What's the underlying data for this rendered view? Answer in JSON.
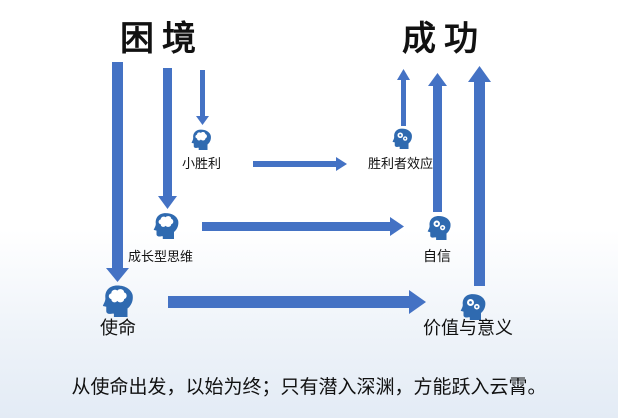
{
  "colors": {
    "arrow": "#4472c4",
    "icon": "#2f6ab0",
    "icon_light": "#7aa6d6"
  },
  "titles": {
    "left": "困境",
    "right": "成功"
  },
  "nodes": {
    "small_win": "小胜利",
    "winner_effect": "胜利者效应",
    "growth_mindset": "成长型思维",
    "confidence": "自信",
    "mission": "使命",
    "value_meaning": "价值与意义"
  },
  "icons": {
    "small_win": "brain-head-icon",
    "winner_effect": "gears-head-icon",
    "growth_mindset": "brain-head-icon",
    "confidence": "gears-head-icon",
    "mission": "brain-head-icon",
    "value_meaning": "gears-head-icon"
  },
  "caption": "从使命出发，以始为终；只有潜入深渊，方能跃入云霄。"
}
